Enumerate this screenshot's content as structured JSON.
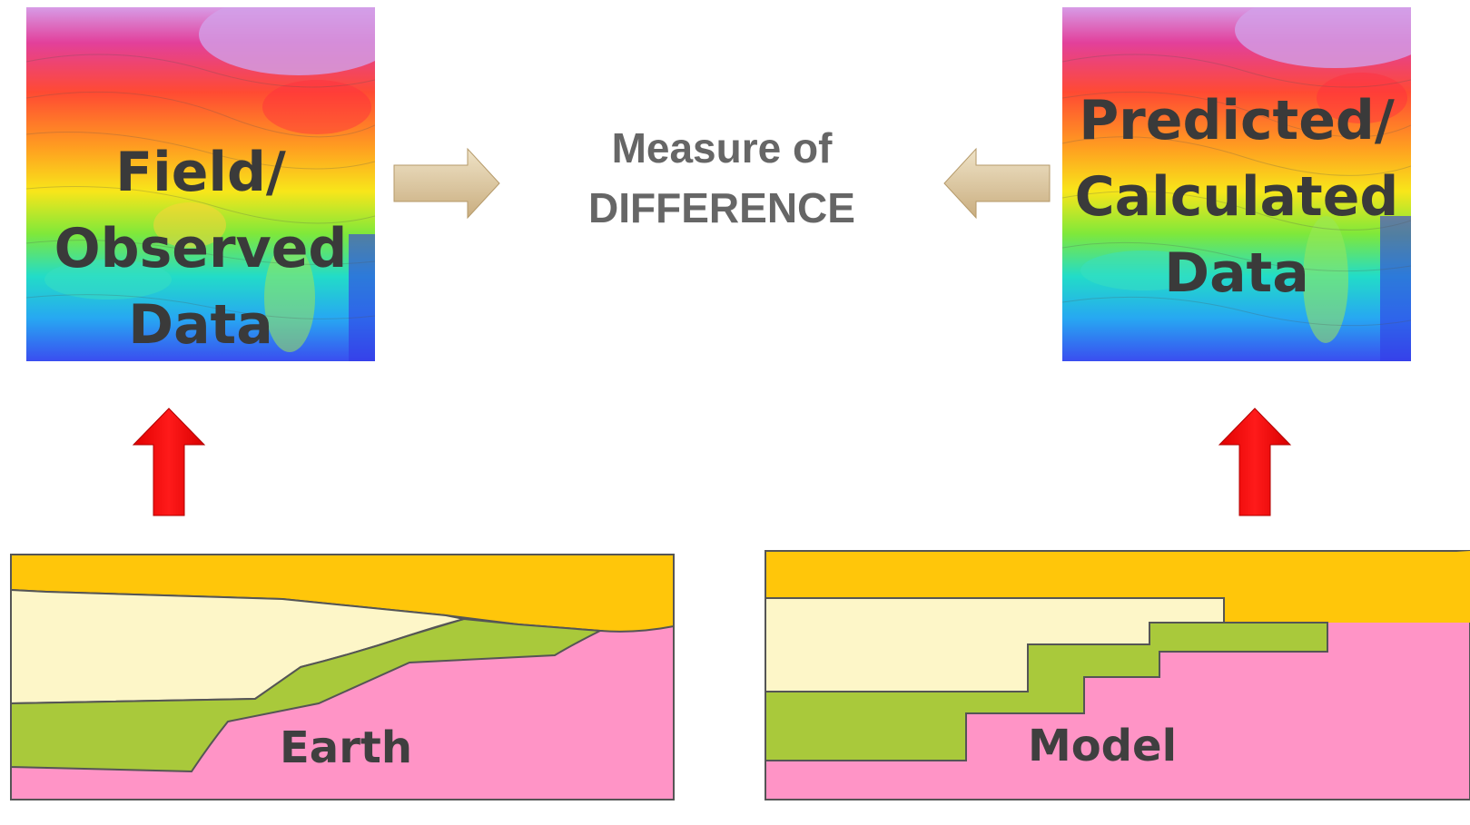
{
  "observed_panel": {
    "label_lines": [
      "Field/",
      "Observed",
      "Data"
    ]
  },
  "predicted_panel": {
    "label_lines": [
      "Predicted/",
      "Calculated",
      "Data"
    ]
  },
  "center": {
    "line1": "Measure of",
    "line2": "DIFFERENCE"
  },
  "earth_section": {
    "label": "Earth"
  },
  "model_section": {
    "label": "Model"
  },
  "colors": {
    "top_layer": "#ffc60a",
    "cream_layer": "#fdf6c8",
    "green_layer": "#a9c93b",
    "pink_layer": "#ff94c6",
    "red_arrow": "#ff0000",
    "tan_arrow": "#d8c29a"
  }
}
